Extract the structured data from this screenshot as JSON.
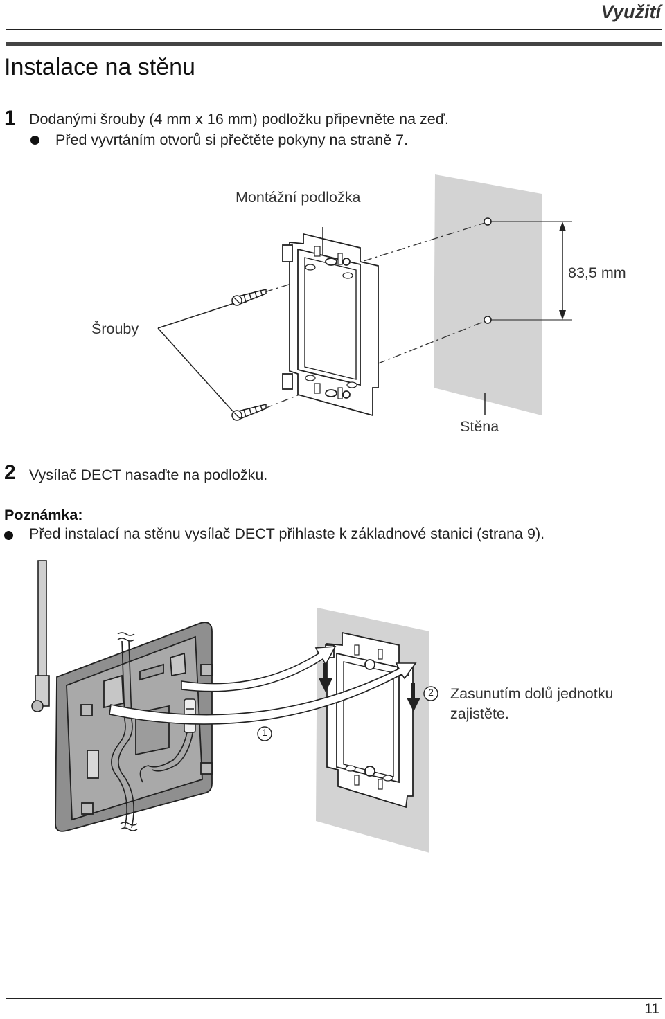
{
  "header": {
    "section": "Využití"
  },
  "page_title": "Instalace na stěnu",
  "step1": {
    "number": "1",
    "text": "Dodanými šrouby (4 mm x 16 mm) podložku připevněte na zeď.",
    "bullet": "Před vyvrtáním otvorů si přečtěte pokyny na straně 7."
  },
  "figure1": {
    "label_bracket": "Montážní podložka",
    "label_screws": "Šrouby",
    "label_distance": "83,5 mm",
    "label_wall": "Stěna"
  },
  "step2": {
    "number": "2",
    "text": "Vysílač DECT nasaďte na podložku."
  },
  "note": {
    "label": "Poznámka:",
    "bullet": "Před instalací na stěnu vysílač DECT přihlaste k základnové stanici (strana 9)."
  },
  "figure2": {
    "marker1": "1",
    "marker2": "2",
    "caption_line1": "Zasunutím dolů jednotku",
    "caption_line2": "zajistěte."
  },
  "footer": {
    "page_number": "11"
  }
}
